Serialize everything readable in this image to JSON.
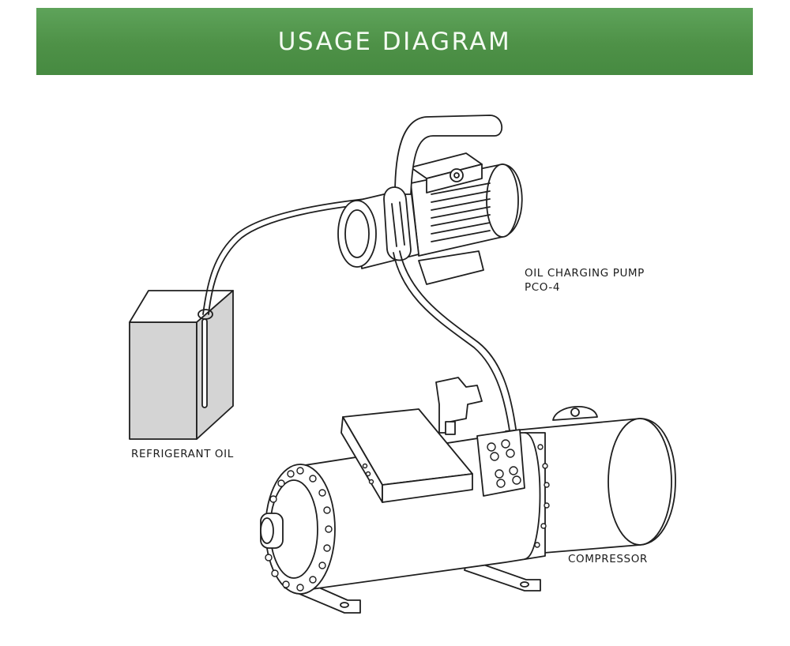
{
  "header": {
    "title": "USAGE DIAGRAM"
  },
  "labels": {
    "pump_line1": "OIL CHARGING PUMP",
    "pump_line2": "PCO-4",
    "oil": "REFRIGERANT OIL",
    "compressor": "COMPRESSOR"
  },
  "colors": {
    "banner": "#4e9147",
    "banner_text": "#f4fbf2",
    "line": "#1f1f1f",
    "oil_box": "#d4d4d4"
  }
}
